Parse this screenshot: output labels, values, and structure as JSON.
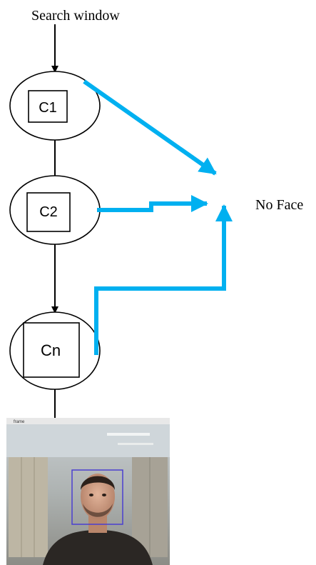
{
  "input_label": "Search window",
  "output_label": "No Face",
  "stages": [
    {
      "name": "C1"
    },
    {
      "name": "C2"
    },
    {
      "name": "Cn"
    }
  ],
  "photo": {
    "window_title": "frame",
    "subject": "face-detection-result"
  },
  "colors": {
    "reject_arrow": "#00b0f0",
    "flow_arrow": "#000000",
    "detection_box": "#4a3fd0"
  }
}
